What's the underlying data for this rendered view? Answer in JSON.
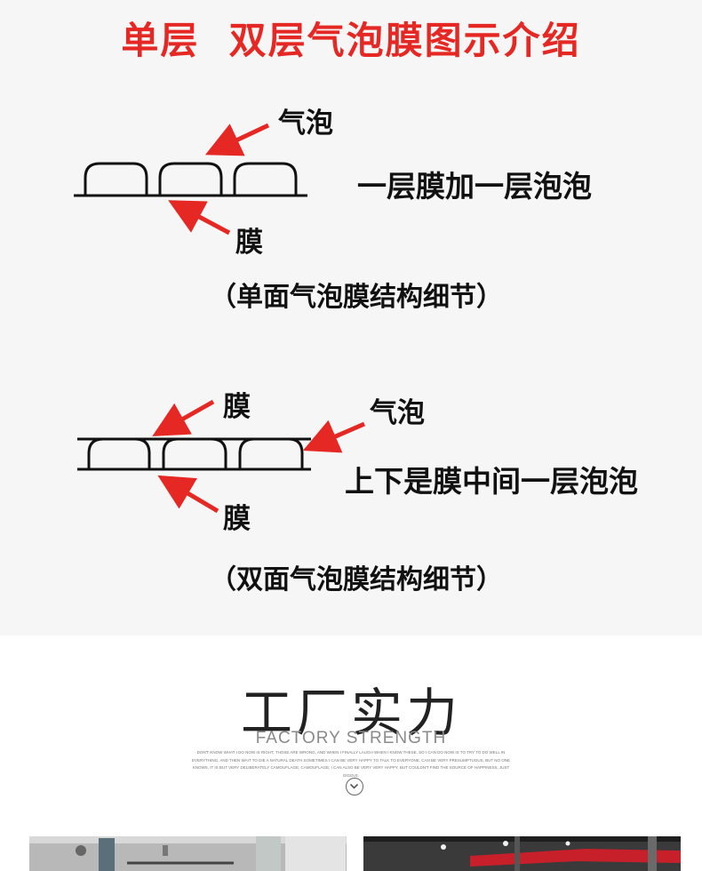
{
  "title": "单层  双层气泡膜图示介绍",
  "single": {
    "label_bubble": "气泡",
    "label_film": "膜",
    "description": "一层膜加一层泡泡",
    "caption": "（单面气泡膜结构细节）"
  },
  "double": {
    "label_film_top": "膜",
    "label_bubble": "气泡",
    "label_film_bottom": "膜",
    "description": "上下是膜中间一层泡泡",
    "caption": "（双面气泡膜结构细节）"
  },
  "factory": {
    "title_cn": "工厂实力",
    "title_en": "FACTORY STRENGTH",
    "small_text": "DON'T KNOW WHAT I DO NOW IS RIGHT, THOSE ARE WRONG, AND WHEN I FINALLY LAUGH WHEN I KNOW THESE. SO I CAN DO NOW IS TO TRY TO DO WELL IN EVERYTHING, AND THEN WAIT TO DIE A NATURAL DEATH.SOMETIMES I CAN BE VERY HAPPY TO TALK TO EVERYONE, CAN BE VERY PRESUMPTUOUS, BUT NO ONE KNOWS, IT IS BUT VERY DELIBERATELY CAMOUFLAGE, CAMOUFLAGE; I CAN ALSO BE VERY VERY HAPPY, BUT COULDN'T FIND THE SOURCE OF HAPPINESS, JUST GIGGLE."
  },
  "colors": {
    "title_red": "#e52823",
    "arrow_red": "#e52823",
    "panel_bg": "#f6f6f6"
  },
  "icons": {
    "down_button": "chevron-down-circle-icon"
  }
}
